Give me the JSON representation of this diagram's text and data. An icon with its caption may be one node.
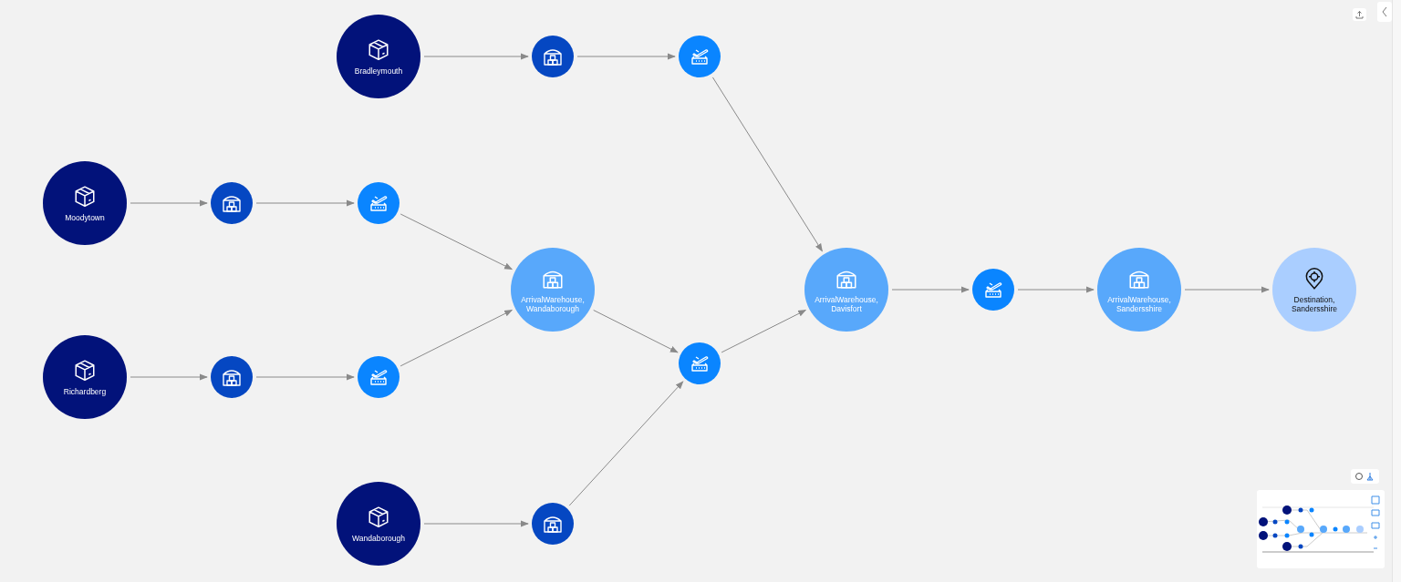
{
  "diagram": {
    "nodes": [
      {
        "text": [
          "Bradleymouth"
        ]
      },
      {
        "text": [],
        "shape": "circle"
      },
      {
        "text": [],
        "shape": "circle"
      },
      {
        "text": [
          "Moodytown"
        ]
      },
      {
        "text": [],
        "shape": "circle"
      },
      {
        "text": [],
        "shape": "circle"
      },
      {
        "text": [
          "ArrivalWarehouse, Wandaborough"
        ]
      },
      {
        "text": [
          "Richardberg"
        ]
      },
      {
        "text": [],
        "shape": "circle"
      },
      {
        "text": [],
        "shape": "circle"
      },
      {
        "text": [],
        "shape": "circle"
      },
      {
        "text": [
          "Wandaborough"
        ]
      },
      {
        "text": [],
        "shape": "circle"
      },
      {
        "text": [
          "ArrivalWarehouse, Davisfort"
        ]
      },
      {
        "text": [],
        "shape": "circle"
      },
      {
        "text": [
          "ArrivalWarehouse, Sandersshire"
        ]
      },
      {
        "text": [
          "Destination, Sandersshire"
        ]
      }
    ],
    "edges": [
      {
        "from": 0,
        "to": 1,
        "arrow": "to"
      },
      {
        "from": 1,
        "to": 2,
        "arrow": "to"
      },
      {
        "from": 2,
        "to": 13,
        "arrow": "to"
      },
      {
        "from": 3,
        "to": 4,
        "arrow": "to"
      },
      {
        "from": 4,
        "to": 5,
        "arrow": "to"
      },
      {
        "from": 5,
        "to": 6,
        "arrow": "to"
      },
      {
        "from": 7,
        "to": 8,
        "arrow": "to"
      },
      {
        "from": 8,
        "to": 9,
        "arrow": "to"
      },
      {
        "from": 9,
        "to": 6,
        "arrow": "to"
      },
      {
        "from": 6,
        "to": 10,
        "arrow": "to"
      },
      {
        "from": 11,
        "to": 12,
        "arrow": "to"
      },
      {
        "from": 12,
        "to": 10,
        "arrow": "to"
      },
      {
        "from": 10,
        "to": 13,
        "arrow": "to"
      },
      {
        "from": 13,
        "to": 14,
        "arrow": "to"
      },
      {
        "from": 14,
        "to": 15,
        "arrow": "to"
      },
      {
        "from": 15,
        "to": 16,
        "arrow": "to"
      }
    ]
  }
}
